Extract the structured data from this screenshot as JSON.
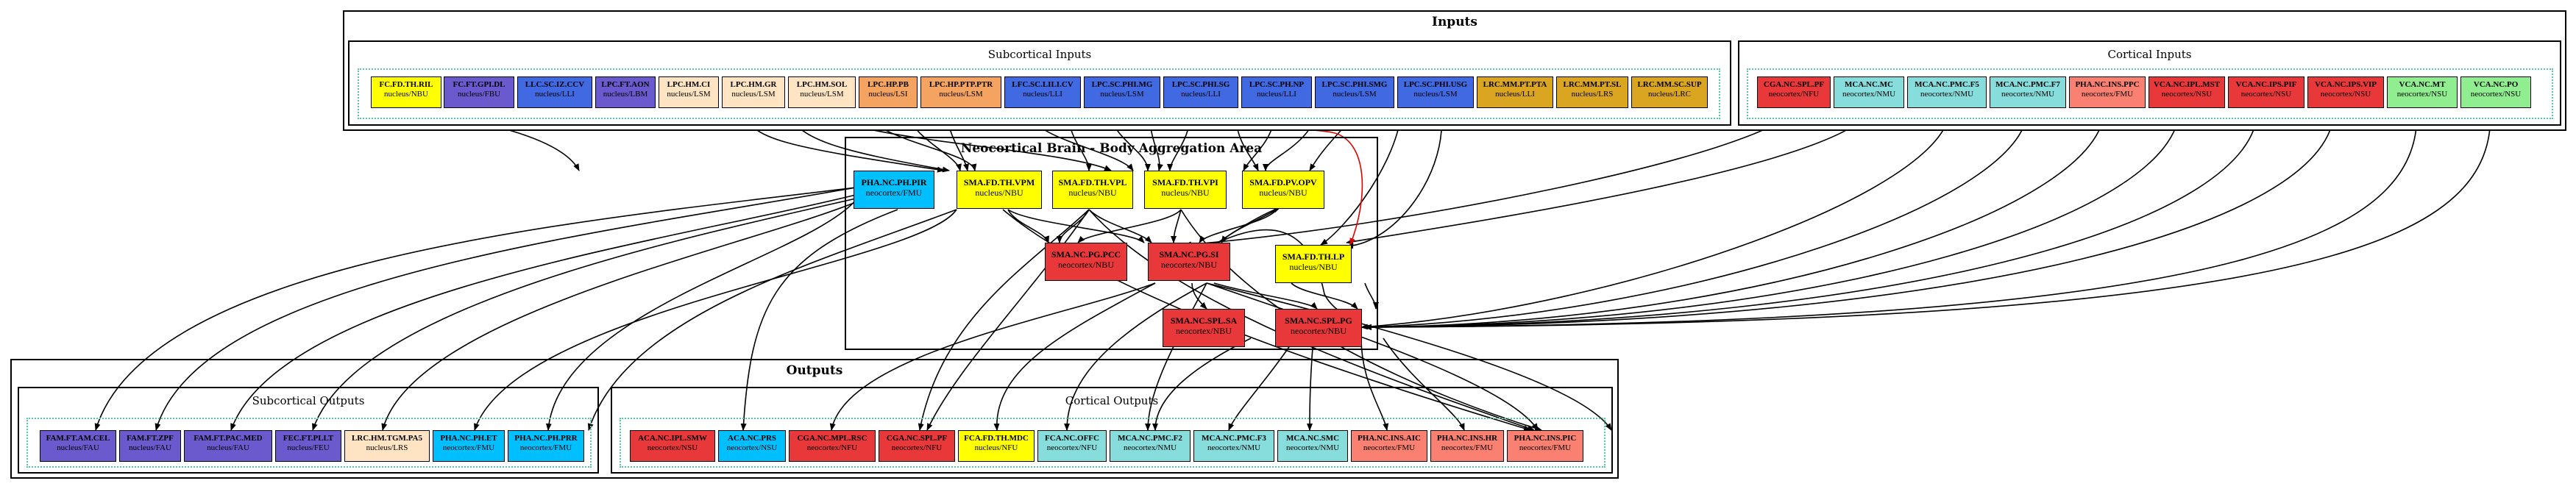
{
  "clusters": {
    "inputs": "Inputs",
    "subcortical_inputs": "Subcortical Inputs",
    "cortical_inputs": "Cortical Inputs",
    "brain": "Neocortical Brain - Body Aggregation Area",
    "outputs": "Outputs",
    "subcortical_outputs": "Subcortical Outputs",
    "cortical_outputs": "Cortical Outputs"
  },
  "colors": {
    "yellow": "#ffff00",
    "purple": "#6a5acd",
    "blue": "#4169e1",
    "bisque": "#ffe4c4",
    "orange": "#f4a460",
    "goldenrod": "#daa520",
    "red": "#e8383a",
    "cyan": "#00bfff",
    "lightcyan": "#87dcdc",
    "salmon": "#fa8072",
    "green": "#90ee90",
    "edge_red": "#e00000",
    "cluster_dotted": "#55c8a8"
  },
  "nodes": {
    "fcfd_thril": {
      "name": "FC.FD.TH.RIL",
      "sub": "nucleus/NBU"
    },
    "fcft_gpi": {
      "name": "FC.FT.GPI.DL",
      "sub": "nucleus/FBU"
    },
    "llc_sc": {
      "name": "LLC.SC.IZ.CCV",
      "sub": "nucleus/LLI"
    },
    "lpc_aon": {
      "name": "LPC.FT.AON",
      "sub": "nucleus/LBM"
    },
    "lpc_hm_ci": {
      "name": "LPC.HM.CI",
      "sub": "nucleus/LSM"
    },
    "lpc_hm_gr": {
      "name": "LPC.HM.GR",
      "sub": "nucleus/LSM"
    },
    "lpc_hm_sol": {
      "name": "LPC.HM.SOL",
      "sub": "nucleus/LSM"
    },
    "lpc_hp_pb": {
      "name": "LPC.HP.PB",
      "sub": "nucleus/LSI"
    },
    "lpc_hp_ptp": {
      "name": "LPC.HP.PTP.PTR",
      "sub": "nucleus/LSM"
    },
    "lfc_sc_lcv": {
      "name": "LFC.SC.LILI.CV",
      "sub": "nucleus/LLI"
    },
    "lpc_sc_mg": {
      "name": "LPC.SC.PHI.MG",
      "sub": "nucleus/LSM"
    },
    "lpc_sc_sg": {
      "name": "LPC.SC.PHI.SG",
      "sub": "nucleus/LLI"
    },
    "lpc_sc_np": {
      "name": "LPC.SC.PH.NP",
      "sub": "nucleus/LLI"
    },
    "lpc_sc_smg": {
      "name": "LPC.SC.PHI.SMG",
      "sub": "nucleus/LSM"
    },
    "lpc_sc_usg": {
      "name": "LPC.SC.PHI.USG",
      "sub": "nucleus/LSM"
    },
    "lrc_pta": {
      "name": "LRC.MM.PT.PTA",
      "sub": "nucleus/LLI"
    },
    "lrc_sl": {
      "name": "LRC.MM.PT.SL",
      "sub": "nucleus/LRS"
    },
    "lrc_sup": {
      "name": "LRC.MM.SC.SUP",
      "sub": "nucleus/LRC"
    },
    "cga_nc_pf": {
      "name": "CGA.NC.SPL.PF",
      "sub": "neocortex/NFU"
    },
    "mca_mc": {
      "name": "MCA.NC.MC",
      "sub": "neocortex/NMU"
    },
    "mca_f5": {
      "name": "MCA.NC.PMC.F5",
      "sub": "neocortex/NMU"
    },
    "mca_f7": {
      "name": "MCA.NC.PMC.F7",
      "sub": "neocortex/NMU"
    },
    "pha_ppc": {
      "name": "PHA.NC.INS.PPC",
      "sub": "neocortex/FMU"
    },
    "vca_mst": {
      "name": "VCA.NC.IPL.MST",
      "sub": "neocortex/NSU"
    },
    "vca_pif": {
      "name": "VCA.NC.IPS.PIF",
      "sub": "neocortex/NSU"
    },
    "vca_vip": {
      "name": "VCA.NC.IPS.VIP",
      "sub": "neocortex/NSU"
    },
    "vca_mt": {
      "name": "VCA.NC.MT",
      "sub": "neocortex/NSU"
    },
    "vca_po": {
      "name": "VCA.NC.PO",
      "sub": "neocortex/NSU"
    },
    "pha_pir": {
      "name": "PHA.NC.PH.PIR",
      "sub": "neocortex/FMU"
    },
    "sma_vpm": {
      "name": "SMA.FD.TH.VPM",
      "sub": "nucleus/NBU"
    },
    "sma_vpl": {
      "name": "SMA.FD.TH.VPL",
      "sub": "nucleus/NBU"
    },
    "sma_vpi": {
      "name": "SMA.FD.TH.VPI",
      "sub": "nucleus/NBU"
    },
    "sma_opv": {
      "name": "SMA.FD.PV.OPV",
      "sub": "nucleus/NBU"
    },
    "sma_pcc": {
      "name": "SMA.NC.PG.PCC",
      "sub": "neocortex/NBU"
    },
    "sma_si": {
      "name": "SMA.NC.PG.SI",
      "sub": "neocortex/NBU"
    },
    "sma_lp": {
      "name": "SMA.FD.TH.LP",
      "sub": "nucleus/NBU"
    },
    "sma_sa": {
      "name": "SMA.NC.SPL.SA",
      "sub": "neocortex/NBU"
    },
    "sma_pg": {
      "name": "SMA.NC.SPL.PG",
      "sub": "neocortex/NBU"
    },
    "fam_cel": {
      "name": "FAM.FT.AM.CEL",
      "sub": "nucleus/FAU"
    },
    "fam_zpf": {
      "name": "FAM.FT.ZPF",
      "sub": "nucleus/FAU"
    },
    "fam_med": {
      "name": "FAM.FT.PAC.MED",
      "sub": "nucleus/FAU"
    },
    "fec_plt": {
      "name": "FEC.FT.PLLT",
      "sub": "nucleus/FEU"
    },
    "lrc_pa5": {
      "name": "LRC.HM.TGM.PA5",
      "sub": "nucleus/LRS"
    },
    "pha_plet": {
      "name": "PHA.NC.PH.ET",
      "sub": "neocortex/FMU"
    },
    "pha_prr": {
      "name": "PHA.NC.PH.PRR",
      "sub": "neocortex/FMU"
    },
    "aca_smw": {
      "name": "ACA.NC.IPL.SMW",
      "sub": "neocortex/NSU"
    },
    "aca_prs": {
      "name": "ACA.NC.PRS",
      "sub": "neocortex/NSU"
    },
    "cga_rsc": {
      "name": "CGA.NC.MPL.RSC",
      "sub": "neocortex/NFU"
    },
    "cga_pf2": {
      "name": "CGA.NC.SPL.PF",
      "sub": "neocortex/NFU"
    },
    "fca_mdc": {
      "name": "FCA.FD.TH.MDC",
      "sub": "nucleus/NFU"
    },
    "fca_ofc": {
      "name": "FCA.NC.OFFC",
      "sub": "neocortex/NFU"
    },
    "mca_f2": {
      "name": "MCA.NC.PMC.F2",
      "sub": "neocortex/NMU"
    },
    "mca_f3": {
      "name": "MCA.NC.PMC.F3",
      "sub": "neocortex/NMU"
    },
    "mca_smc": {
      "name": "MCA.NC.SMC",
      "sub": "neocortex/NMU"
    },
    "pha_aic": {
      "name": "PHA.NC.INS.AIC",
      "sub": "neocortex/FMU"
    },
    "pha_hr": {
      "name": "PHA.NC.INS.HR",
      "sub": "neocortex/FMU"
    },
    "pha_pic": {
      "name": "PHA.NC.INS.PIC",
      "sub": "neocortex/FMU"
    }
  }
}
